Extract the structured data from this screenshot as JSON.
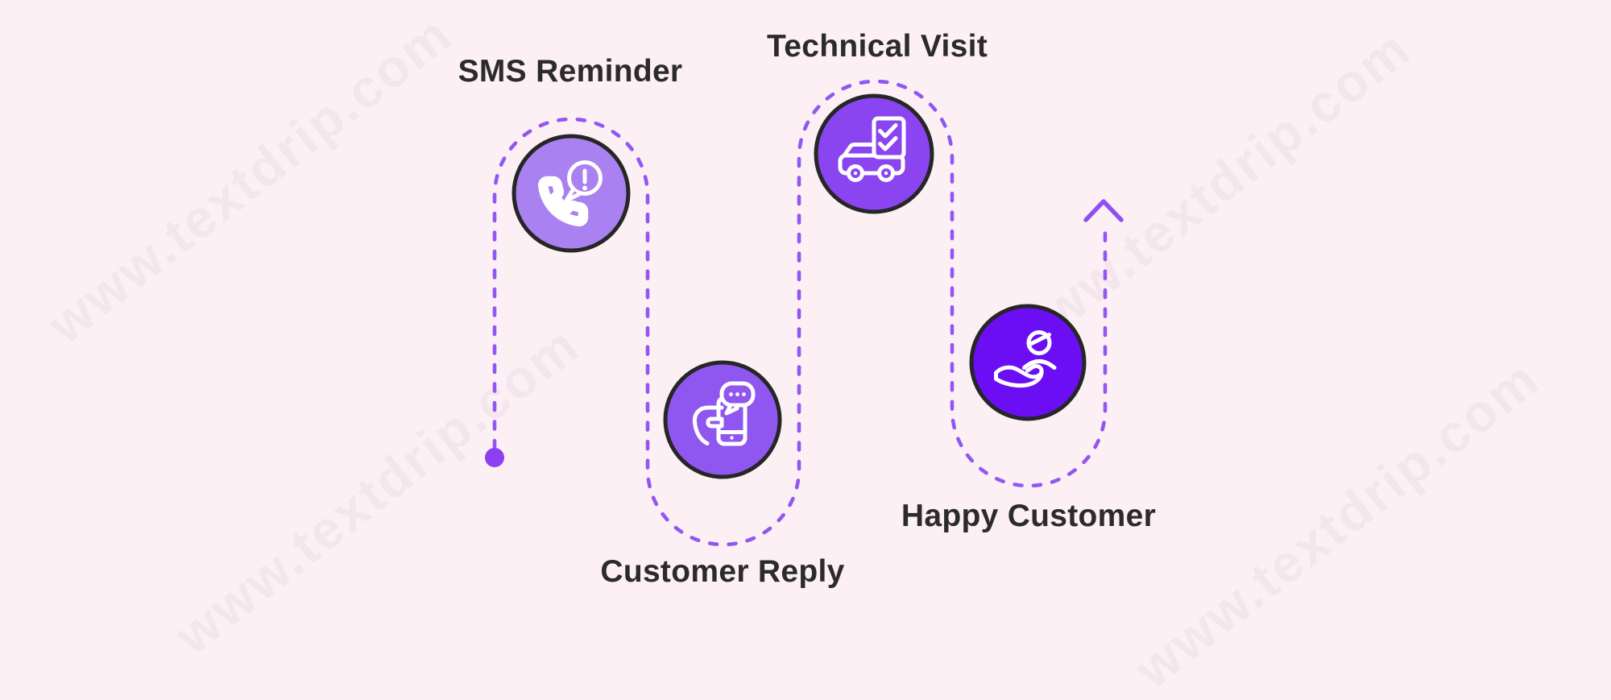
{
  "palette": {
    "background": "#fdf0f5",
    "watermark_color": "#f3e6ec",
    "path_purple": "#9257f2",
    "dot_purple": "#8b40f2",
    "arrow_purple": "#8f4ff2",
    "circle_border": "#262626",
    "label_color": "#2b2b2b",
    "icon_stroke": "#ffffff"
  },
  "watermark": {
    "text": "www.textdrip.com"
  },
  "flow": {
    "start_marker": "dot",
    "end_marker": "arrow-up"
  },
  "steps": [
    {
      "id": 1,
      "label": "SMS Reminder",
      "icon": "phone-alert-icon",
      "color": "#a981f0",
      "label_position": "top"
    },
    {
      "id": 2,
      "label": "Customer Reply",
      "icon": "chat-phone-icon",
      "color": "#8f57f0",
      "label_position": "bottom"
    },
    {
      "id": 3,
      "label": "Technical Visit",
      "icon": "vehicle-checklist-icon",
      "color": "#8a44f0",
      "label_position": "top"
    },
    {
      "id": 4,
      "label": "Happy Customer",
      "icon": "customer-care-icon",
      "color": "#6b0ef4",
      "label_position": "bottom"
    }
  ]
}
